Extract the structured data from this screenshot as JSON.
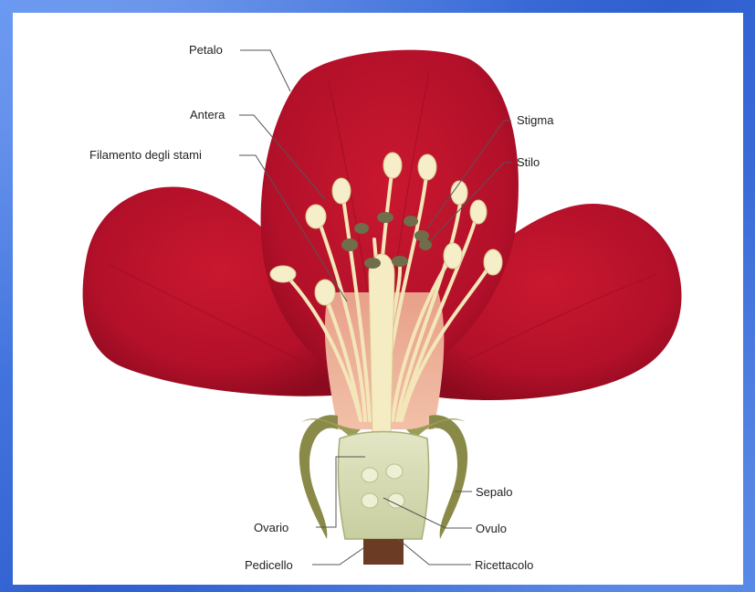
{
  "diagram": {
    "labels": {
      "petalo": "Petalo",
      "antera": "Antera",
      "filamento": "Filamento degli stami",
      "stigma": "Stigma",
      "stilo": "Stilo",
      "sepalo": "Sepalo",
      "ovario": "Ovario",
      "ovulo": "Ovulo",
      "pedicello": "Pedicello",
      "ricettacolo": "Ricettacolo"
    },
    "colors": {
      "petal": "#b3102a",
      "petal_dark": "#8c0a1e",
      "filament": "#f2e6b8",
      "anther": "#f6eec9",
      "stigma": "#6f6d4a",
      "sepal": "#8a8a48",
      "ovary": "#d8ddb4",
      "background_border": "#3b6fd8"
    }
  }
}
